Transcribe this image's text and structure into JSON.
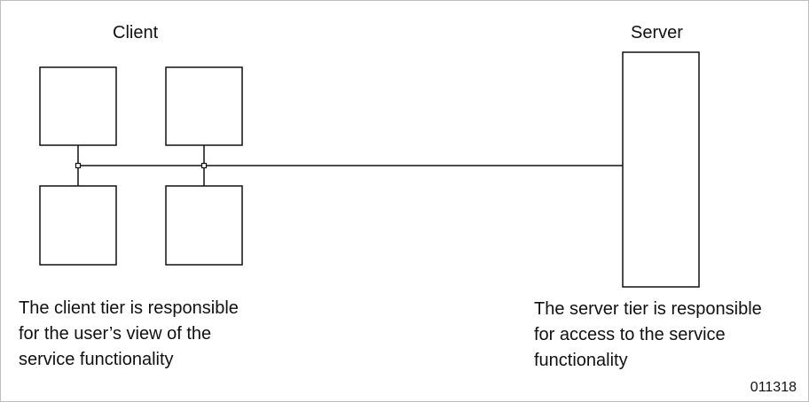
{
  "titles": {
    "client": "Client",
    "server": "Server"
  },
  "captions": {
    "client": [
      "The client tier is responsible",
      "for the user’s view of the",
      "service functionality"
    ],
    "server": [
      "The server tier is responsible",
      "for access to the service",
      "functionality"
    ]
  },
  "figure_id": "011318"
}
